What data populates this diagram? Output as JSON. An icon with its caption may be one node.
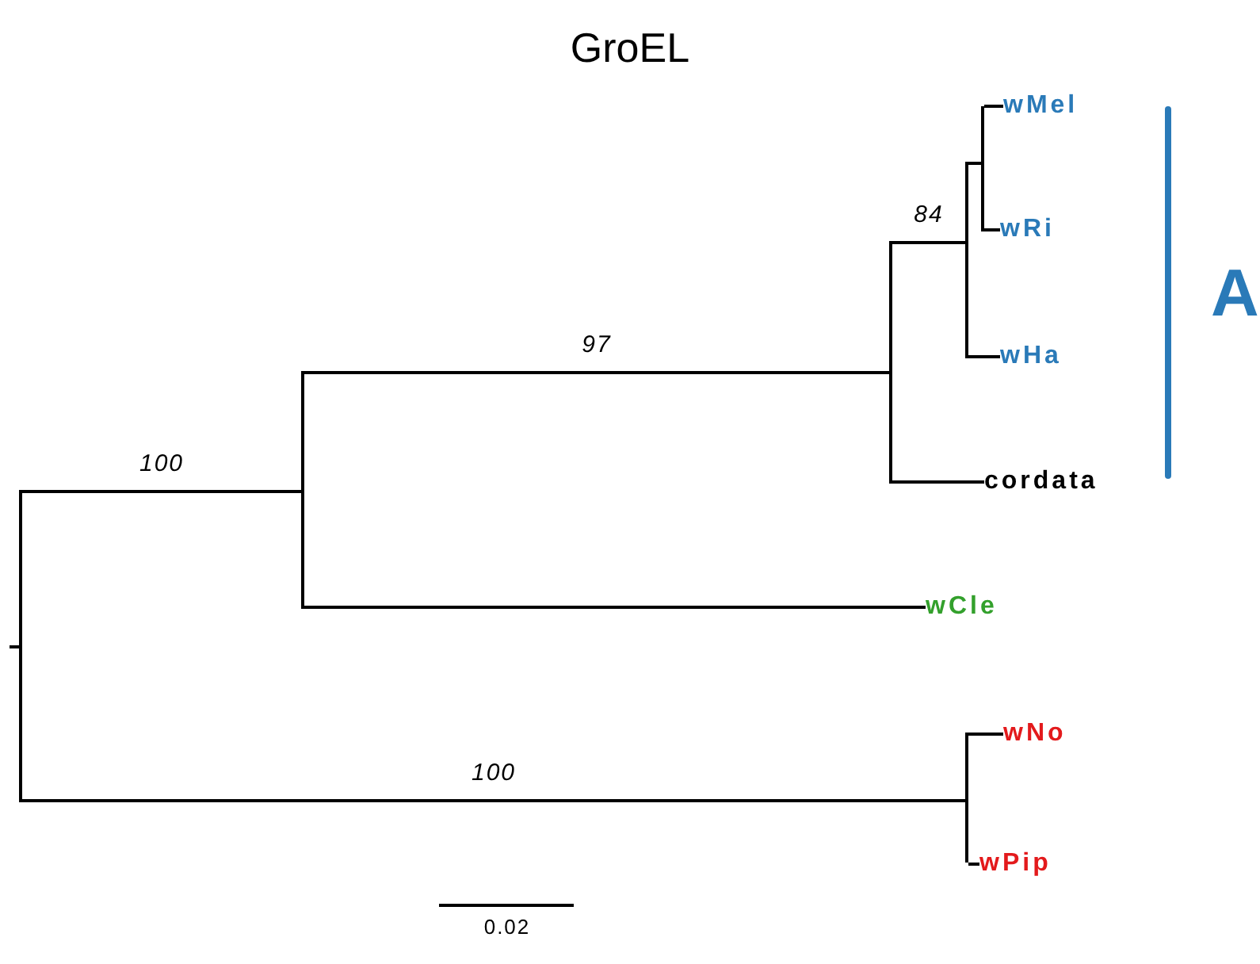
{
  "diagram": {
    "title": "GroEL",
    "nodes": [
      {
        "text": [
          "wMel"
        ]
      },
      {
        "text": [
          "wRi"
        ]
      },
      {
        "text": [
          "wHa"
        ]
      },
      {
        "text": [
          "cordata"
        ]
      },
      {
        "text": [
          "wCle"
        ]
      },
      {
        "text": [
          "wNo"
        ]
      },
      {
        "text": [
          "wPip"
        ]
      },
      {
        "text": [],
        "shape": "bar"
      },
      {
        "text": [],
        "shape": "bar"
      },
      {
        "text": [],
        "shape": "bar"
      },
      {
        "text": [],
        "shape": "bar"
      },
      {
        "text": [],
        "shape": "bar"
      },
      {
        "text": [],
        "shape": "bar"
      }
    ],
    "edges": [
      {
        "from": 11,
        "to": 10,
        "arrow": "none",
        "label": "100"
      },
      {
        "from": 10,
        "to": 9,
        "arrow": "none",
        "label": "97"
      },
      {
        "from": 9,
        "to": 8,
        "arrow": "none",
        "label": "84"
      },
      {
        "from": 8,
        "to": 7,
        "arrow": "none"
      },
      {
        "from": 7,
        "to": 0,
        "arrow": "none"
      },
      {
        "from": 7,
        "to": 1,
        "arrow": "none"
      },
      {
        "from": 8,
        "to": 2,
        "arrow": "none"
      },
      {
        "from": 9,
        "to": 3,
        "arrow": "none"
      },
      {
        "from": 10,
        "to": 4,
        "arrow": "none"
      },
      {
        "from": 11,
        "to": 12,
        "arrow": "none",
        "label": "100"
      },
      {
        "from": 12,
        "to": 5,
        "arrow": "none"
      },
      {
        "from": 12,
        "to": 6,
        "arrow": "none"
      },
      {
        "from": null,
        "to": 11,
        "arrow": "none"
      }
    ],
    "labels": [
      "A",
      "0.02"
    ]
  }
}
